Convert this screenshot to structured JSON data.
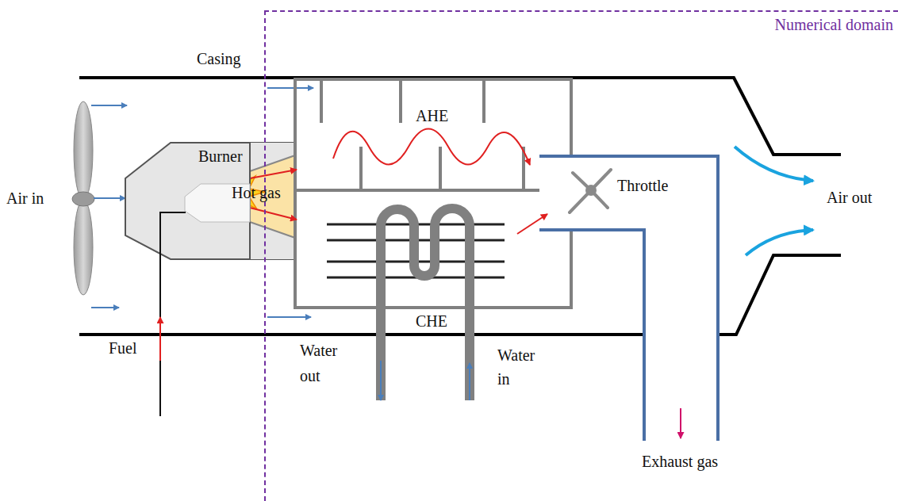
{
  "diagram": {
    "nodes": [
      {
        "text": [
          "Numerical domain"
        ]
      },
      {
        "text": [
          "Burner"
        ]
      },
      {
        "text": [
          "AHE",
          "CHE"
        ],
        "in": 0
      }
    ],
    "edges": [
      {
        "from": 1,
        "to": 2,
        "arrow": "to"
      },
      {
        "from": 1,
        "to": 2,
        "arrow": "to"
      }
    ],
    "labels": [
      "Casing",
      "Hot gas",
      "Air in",
      "Fuel",
      "Throttle",
      "Water out",
      "Water in",
      "Exhaust gas",
      "Air out"
    ]
  }
}
